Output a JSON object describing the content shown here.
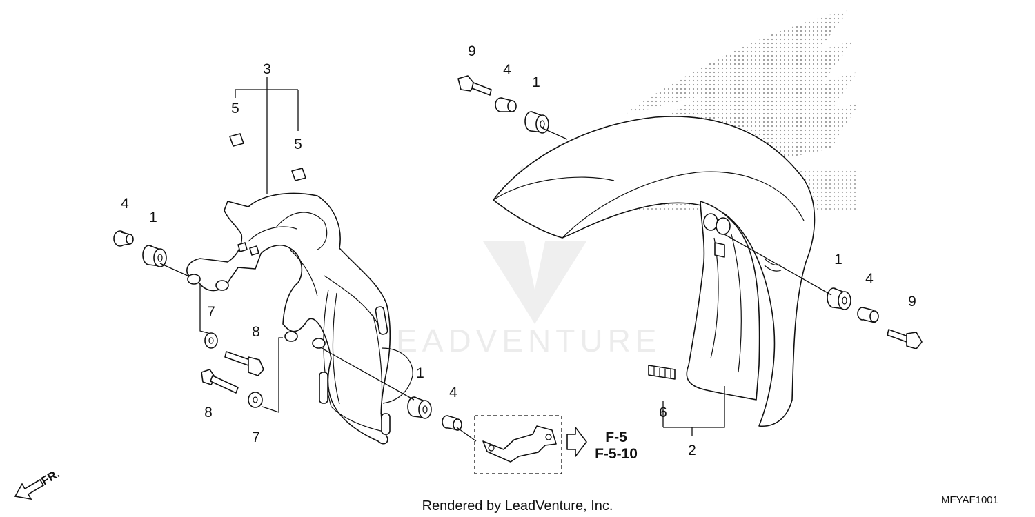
{
  "callouts": {
    "c3": "3",
    "c5a": "5",
    "c5b": "5",
    "c4_left": "4",
    "c1_left": "1",
    "c7_top": "7",
    "c8_top": "8",
    "c8_bottom": "8",
    "c7_bottom": "7",
    "c1_bottom": "1",
    "c4_bottom": "4",
    "c9_top": "9",
    "c4_top": "4",
    "c1_top": "1",
    "c1_right": "1",
    "c4_right": "4",
    "c9_right": "9",
    "c6": "6",
    "c2": "2"
  },
  "references": {
    "ref1": "F-5",
    "ref2": "F-5-10"
  },
  "direction_label": "FR.",
  "watermark": "LEADVENTURE",
  "footer_text": "Rendered by LeadVenture, Inc.",
  "diagram_code": "MFYAF1001",
  "colors": {
    "line": "#111111",
    "background": "#ffffff",
    "watermark": "#ececec",
    "logo_dots": "#9a9a9a"
  },
  "icons": {
    "brand_logo": "wing-logo",
    "direction": "front-direction-arrow",
    "reference": "reference-arrow"
  }
}
